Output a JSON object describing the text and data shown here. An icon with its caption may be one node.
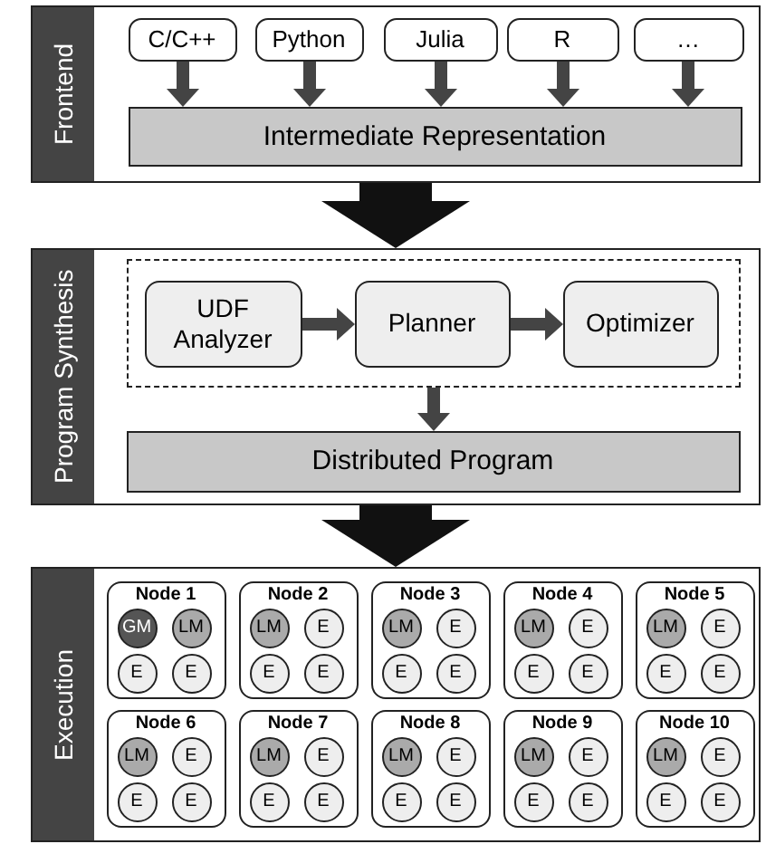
{
  "diagram": {
    "nodes": [
      {
        "text": [
          "Frontend"
        ]
      },
      {
        "text": [
          "C/C++"
        ],
        "in": 0
      },
      {
        "text": [
          "Python"
        ],
        "in": 0
      },
      {
        "text": [
          "Julia"
        ],
        "in": 0
      },
      {
        "text": [
          "R"
        ],
        "in": 0
      },
      {
        "text": [
          "…"
        ],
        "in": 0
      },
      {
        "text": [
          "Intermediate Representation"
        ],
        "in": 0
      },
      {
        "text": [
          "Program Synthesis"
        ]
      },
      {
        "text": [],
        "shape": "box",
        "in": 7
      },
      {
        "text": [
          "UDF Analyzer"
        ],
        "in": 8
      },
      {
        "text": [
          "Planner"
        ],
        "in": 8
      },
      {
        "text": [
          "Optimizer"
        ],
        "in": 8
      },
      {
        "text": [
          "Distributed Program"
        ],
        "in": 7
      },
      {
        "text": [
          "Execution"
        ]
      },
      {
        "text": [
          "Node 1"
        ],
        "in": 13
      },
      {
        "text": [
          "GM"
        ],
        "in": 14
      },
      {
        "text": [
          "LM"
        ],
        "in": 14
      },
      {
        "text": [
          "E"
        ],
        "in": 14
      },
      {
        "text": [
          "E"
        ],
        "in": 14
      },
      {
        "text": [
          "Node 2"
        ],
        "in": 13
      },
      {
        "text": [
          "LM"
        ],
        "in": 19
      },
      {
        "text": [
          "E"
        ],
        "in": 19
      },
      {
        "text": [
          "E"
        ],
        "in": 19
      },
      {
        "text": [
          "E"
        ],
        "in": 19
      },
      {
        "text": [
          "Node 3"
        ],
        "in": 13
      },
      {
        "text": [
          "LM"
        ],
        "in": 24
      },
      {
        "text": [
          "E"
        ],
        "in": 24
      },
      {
        "text": [
          "E"
        ],
        "in": 24
      },
      {
        "text": [
          "E"
        ],
        "in": 24
      },
      {
        "text": [
          "Node 4"
        ],
        "in": 13
      },
      {
        "text": [
          "LM"
        ],
        "in": 29
      },
      {
        "text": [
          "E"
        ],
        "in": 29
      },
      {
        "text": [
          "E"
        ],
        "in": 29
      },
      {
        "text": [
          "E"
        ],
        "in": 29
      },
      {
        "text": [
          "Node 5"
        ],
        "in": 13
      },
      {
        "text": [
          "LM"
        ],
        "in": 34
      },
      {
        "text": [
          "E"
        ],
        "in": 34
      },
      {
        "text": [
          "E"
        ],
        "in": 34
      },
      {
        "text": [
          "E"
        ],
        "in": 34
      },
      {
        "text": [
          "Node 6"
        ],
        "in": 13
      },
      {
        "text": [
          "LM"
        ],
        "in": 39
      },
      {
        "text": [
          "E"
        ],
        "in": 39
      },
      {
        "text": [
          "E"
        ],
        "in": 39
      },
      {
        "text": [
          "E"
        ],
        "in": 39
      },
      {
        "text": [
          "Node 7"
        ],
        "in": 13
      },
      {
        "text": [
          "LM"
        ],
        "in": 44
      },
      {
        "text": [
          "E"
        ],
        "in": 44
      },
      {
        "text": [
          "E"
        ],
        "in": 44
      },
      {
        "text": [
          "E"
        ],
        "in": 44
      },
      {
        "text": [
          "Node 8"
        ],
        "in": 13
      },
      {
        "text": [
          "LM"
        ],
        "in": 49
      },
      {
        "text": [
          "E"
        ],
        "in": 49
      },
      {
        "text": [
          "E"
        ],
        "in": 49
      },
      {
        "text": [
          "E"
        ],
        "in": 49
      },
      {
        "text": [
          "Node 9"
        ],
        "in": 13
      },
      {
        "text": [
          "LM"
        ],
        "in": 54
      },
      {
        "text": [
          "E"
        ],
        "in": 54
      },
      {
        "text": [
          "E"
        ],
        "in": 54
      },
      {
        "text": [
          "E"
        ],
        "in": 54
      },
      {
        "text": [
          "Node 10"
        ],
        "in": 13
      },
      {
        "text": [
          "LM"
        ],
        "in": 59
      },
      {
        "text": [
          "E"
        ],
        "in": 59
      },
      {
        "text": [
          "E"
        ],
        "in": 59
      },
      {
        "text": [
          "E"
        ],
        "in": 59
      }
    ],
    "edges": [
      {
        "from": 1,
        "to": 6,
        "arrow": "to"
      },
      {
        "from": 2,
        "to": 6,
        "arrow": "to"
      },
      {
        "from": 3,
        "to": 6,
        "arrow": "to"
      },
      {
        "from": 4,
        "to": 6,
        "arrow": "to"
      },
      {
        "from": 5,
        "to": 6,
        "arrow": "to"
      },
      {
        "from": 0,
        "to": 7,
        "arrow": "to",
        "style": "thick"
      },
      {
        "from": 9,
        "to": 10,
        "arrow": "to"
      },
      {
        "from": 10,
        "to": 11,
        "arrow": "to"
      },
      {
        "from": 8,
        "to": 12,
        "arrow": "to"
      },
      {
        "from": 7,
        "to": 13,
        "arrow": "to",
        "style": "thick"
      }
    ]
  }
}
